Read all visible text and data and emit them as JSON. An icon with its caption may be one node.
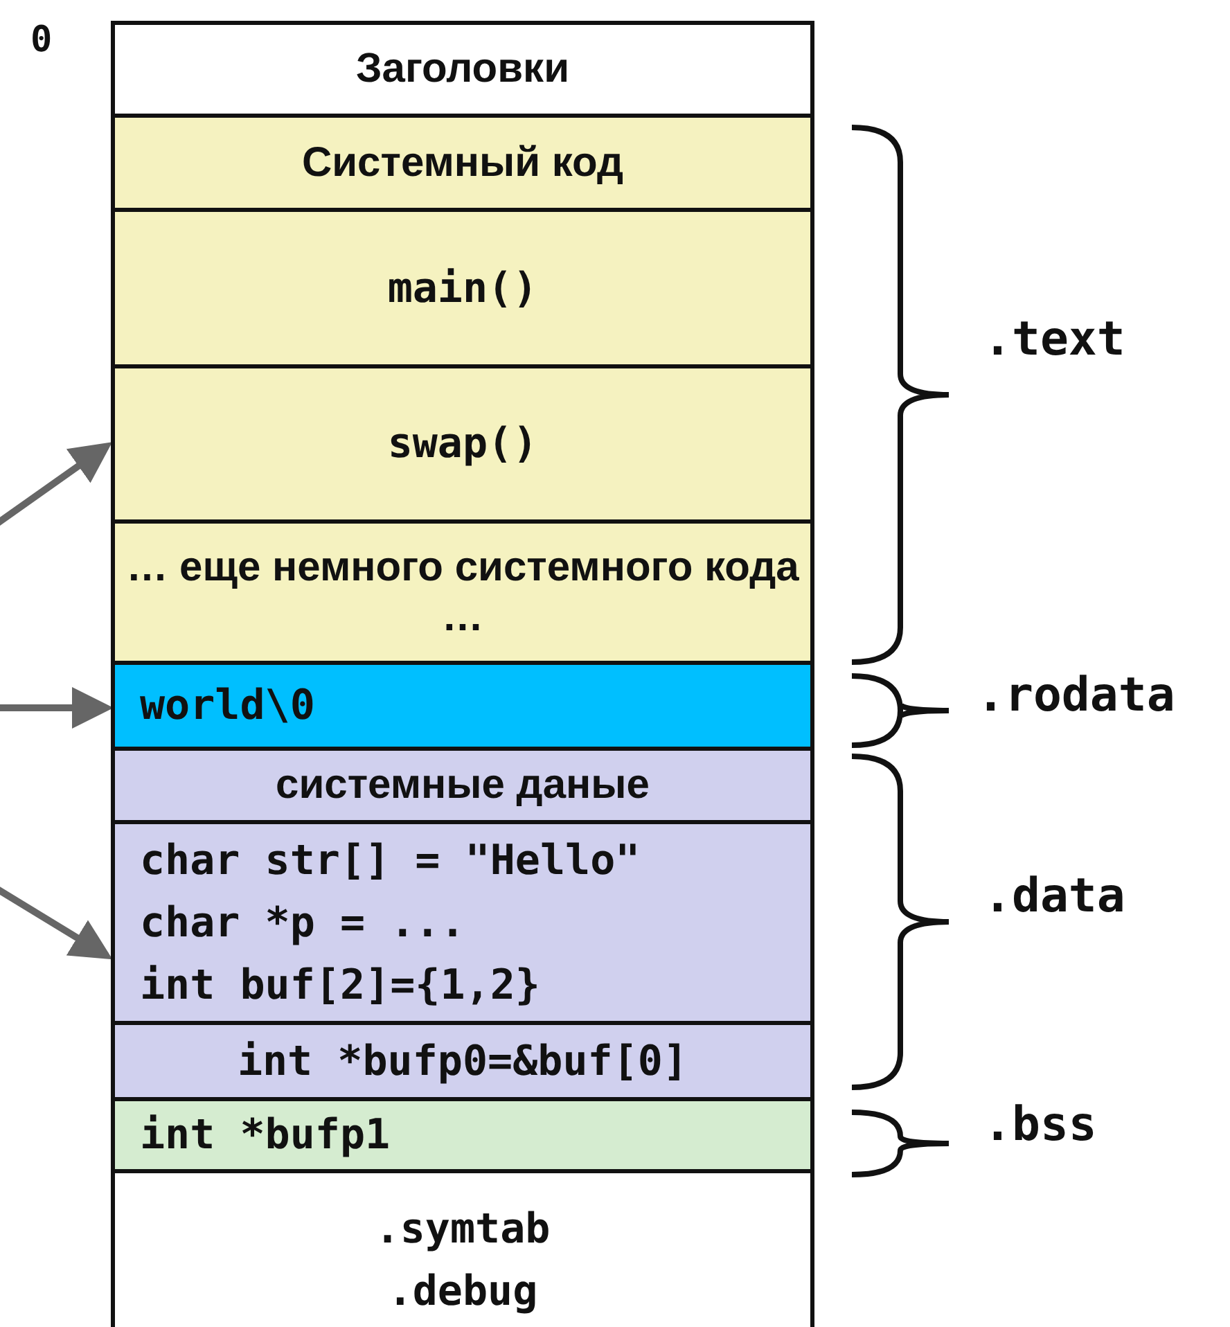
{
  "diagram": {
    "nodes": [
      {
        "text": [
          "Заголовки"
        ]
      },
      {
        "text": [
          "Системный код"
        ]
      },
      {
        "text": [
          "main()"
        ]
      },
      {
        "text": [
          "swap()"
        ]
      },
      {
        "text": [
          "… еще немного системного кода …"
        ]
      },
      {
        "text": [
          "world\\0"
        ]
      },
      {
        "text": [
          "системные даные"
        ]
      },
      {
        "text": [
          "char str[] = \"Hello\"",
          "char *p = ...",
          "int buf[2]={1,2}"
        ]
      },
      {
        "text": [
          "int *bufp0=&buf[0]"
        ]
      },
      {
        "text": [
          "int *bufp1"
        ]
      },
      {
        "text": [
          ".symtab",
          ".debug"
        ]
      }
    ],
    "edges": [
      {
        "from": null,
        "to": 3,
        "arrow": "to"
      },
      {
        "from": null,
        "to": 5,
        "arrow": "to"
      },
      {
        "from": null,
        "to": 7,
        "arrow": "to"
      }
    ],
    "labels": [
      "0",
      ".text",
      ".rodata",
      ".data",
      ".bss"
    ]
  }
}
